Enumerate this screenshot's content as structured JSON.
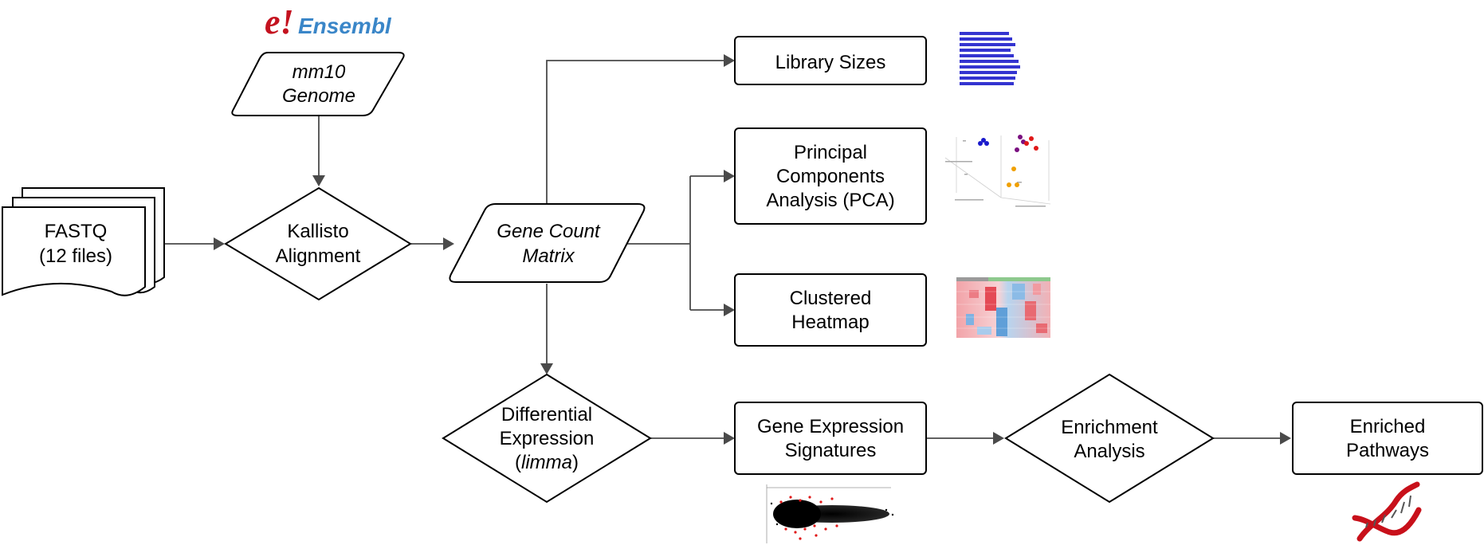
{
  "logo": {
    "mark": "e!",
    "text": "Ensembl"
  },
  "nodes": {
    "fastq": {
      "line1": "FASTQ",
      "line2": "(12 files)"
    },
    "genome": {
      "line1": "mm10",
      "line2": "Genome"
    },
    "kallisto": {
      "line1": "Kallisto",
      "line2": "Alignment"
    },
    "count_matrix": {
      "line1": "Gene Count",
      "line2": "Matrix"
    },
    "library_sizes": {
      "line1": "Library Sizes"
    },
    "pca": {
      "line1": "Principal",
      "line2": "Components",
      "line3": "Analysis (PCA)"
    },
    "heatmap": {
      "line1": "Clustered",
      "line2": "Heatmap"
    },
    "diffexp": {
      "line1": "Differential",
      "line2": "Expression",
      "line3_pre": "(",
      "line3_ital": "limma",
      "line3_post": ")"
    },
    "signatures": {
      "line1": "Gene Expression",
      "line2": "Signatures"
    },
    "enrichment": {
      "line1": "Enrichment",
      "line2": "Analysis"
    },
    "pathways": {
      "line1": "Enriched",
      "line2": "Pathways"
    }
  },
  "colors": {
    "logo_red": "#c4121f",
    "logo_blue": "#3a86c8",
    "bar_blue": "#3434d0",
    "arrow": "#4a4a4a"
  }
}
